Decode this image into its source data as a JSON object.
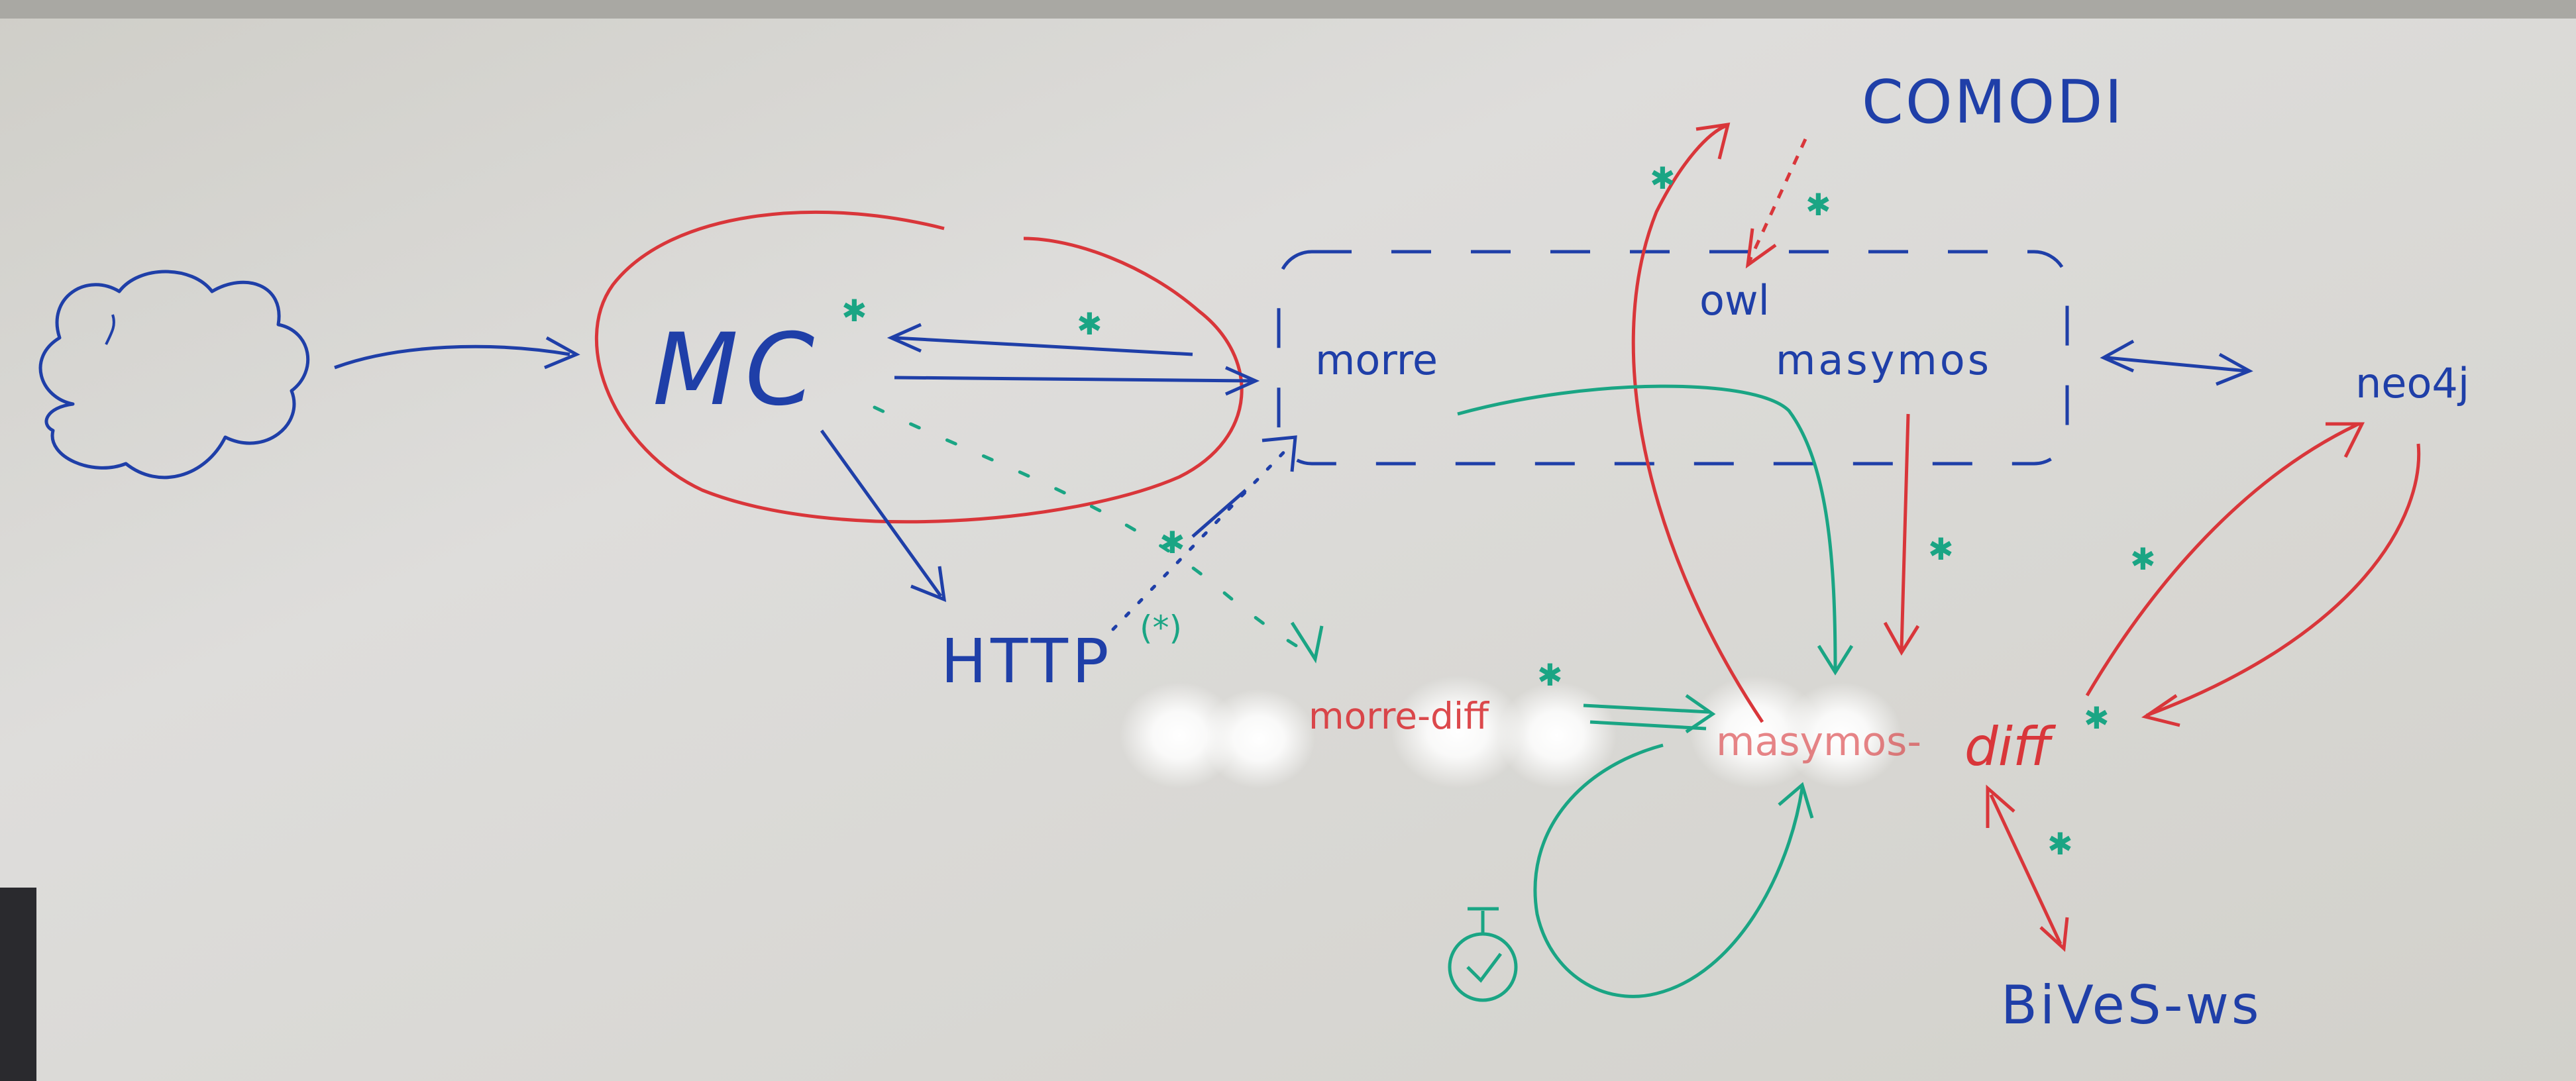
{
  "labels": {
    "mc": "MC",
    "comodi": "COMODI",
    "owl": "owl",
    "morre": "morre",
    "masymos": "masymos",
    "neo4j": "neo4j",
    "http": "HTTP",
    "http_mark": "(*)",
    "morre_diff": "morre-diff",
    "masymos_diff": "masymos-",
    "diff": "diff",
    "bives_ws": "BiVeS-ws"
  },
  "colors": {
    "blue": "#1f3fa8",
    "red": "#d9363a",
    "green": "#1aa584",
    "board": "#dcdbd5"
  },
  "icons": [
    "cloud-icon",
    "stopwatch-icon"
  ]
}
